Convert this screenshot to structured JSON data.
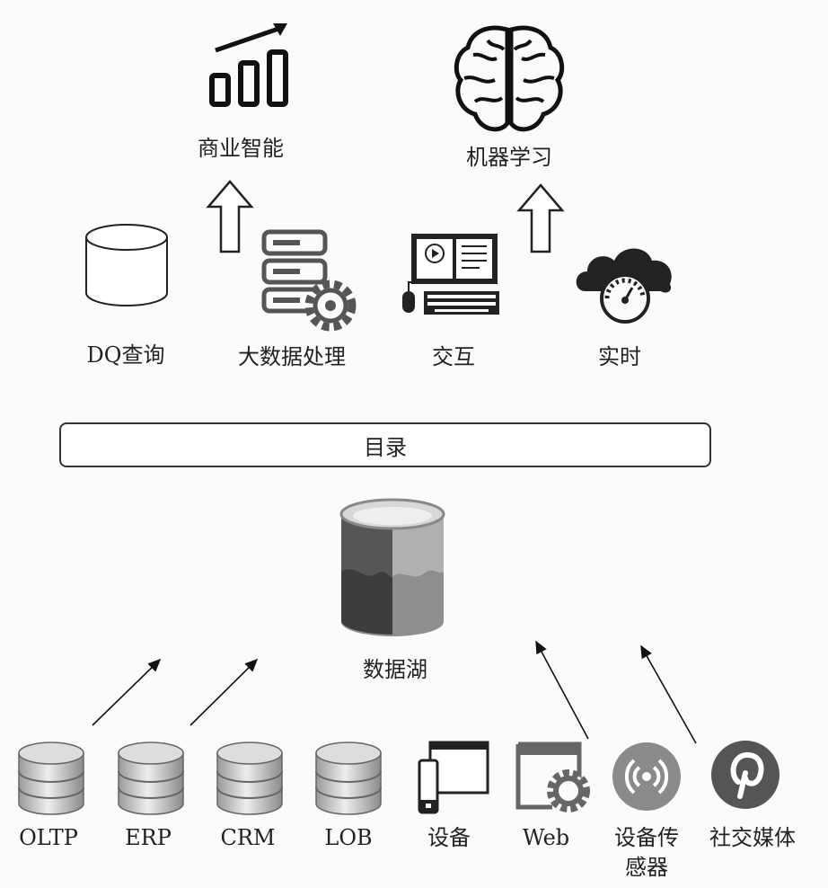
{
  "top": {
    "business_intelligence": "商业智能",
    "machine_learning": "机器学习"
  },
  "middle": {
    "dq_query": "DQ查询",
    "big_data_processing": "大数据处理",
    "interactive": "交互",
    "realtime": "实时"
  },
  "catalog": "目录",
  "data_lake": "数据湖",
  "sources": [
    {
      "label": "OLTP"
    },
    {
      "label": "ERP"
    },
    {
      "label": "CRM"
    },
    {
      "label": "LOB"
    },
    {
      "label": "设备"
    },
    {
      "label": "Web"
    },
    {
      "label": "设备传",
      "label2": "感器"
    },
    {
      "label": "社交媒体"
    }
  ]
}
